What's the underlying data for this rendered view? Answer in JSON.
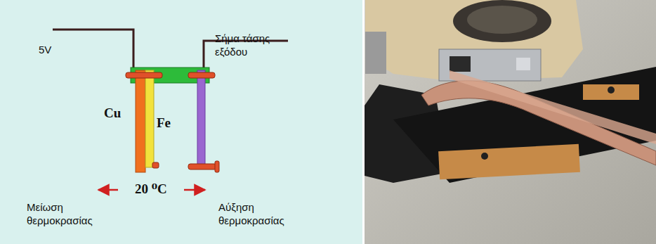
{
  "diagram": {
    "labels": [
      "5V",
      "Σήμα τάσης εξόδου",
      "Cu",
      "Fe",
      "20 ⁰C",
      "Μείωση θερμοκρασίας",
      "Αύξηση θερμοκρασίας"
    ]
  }
}
